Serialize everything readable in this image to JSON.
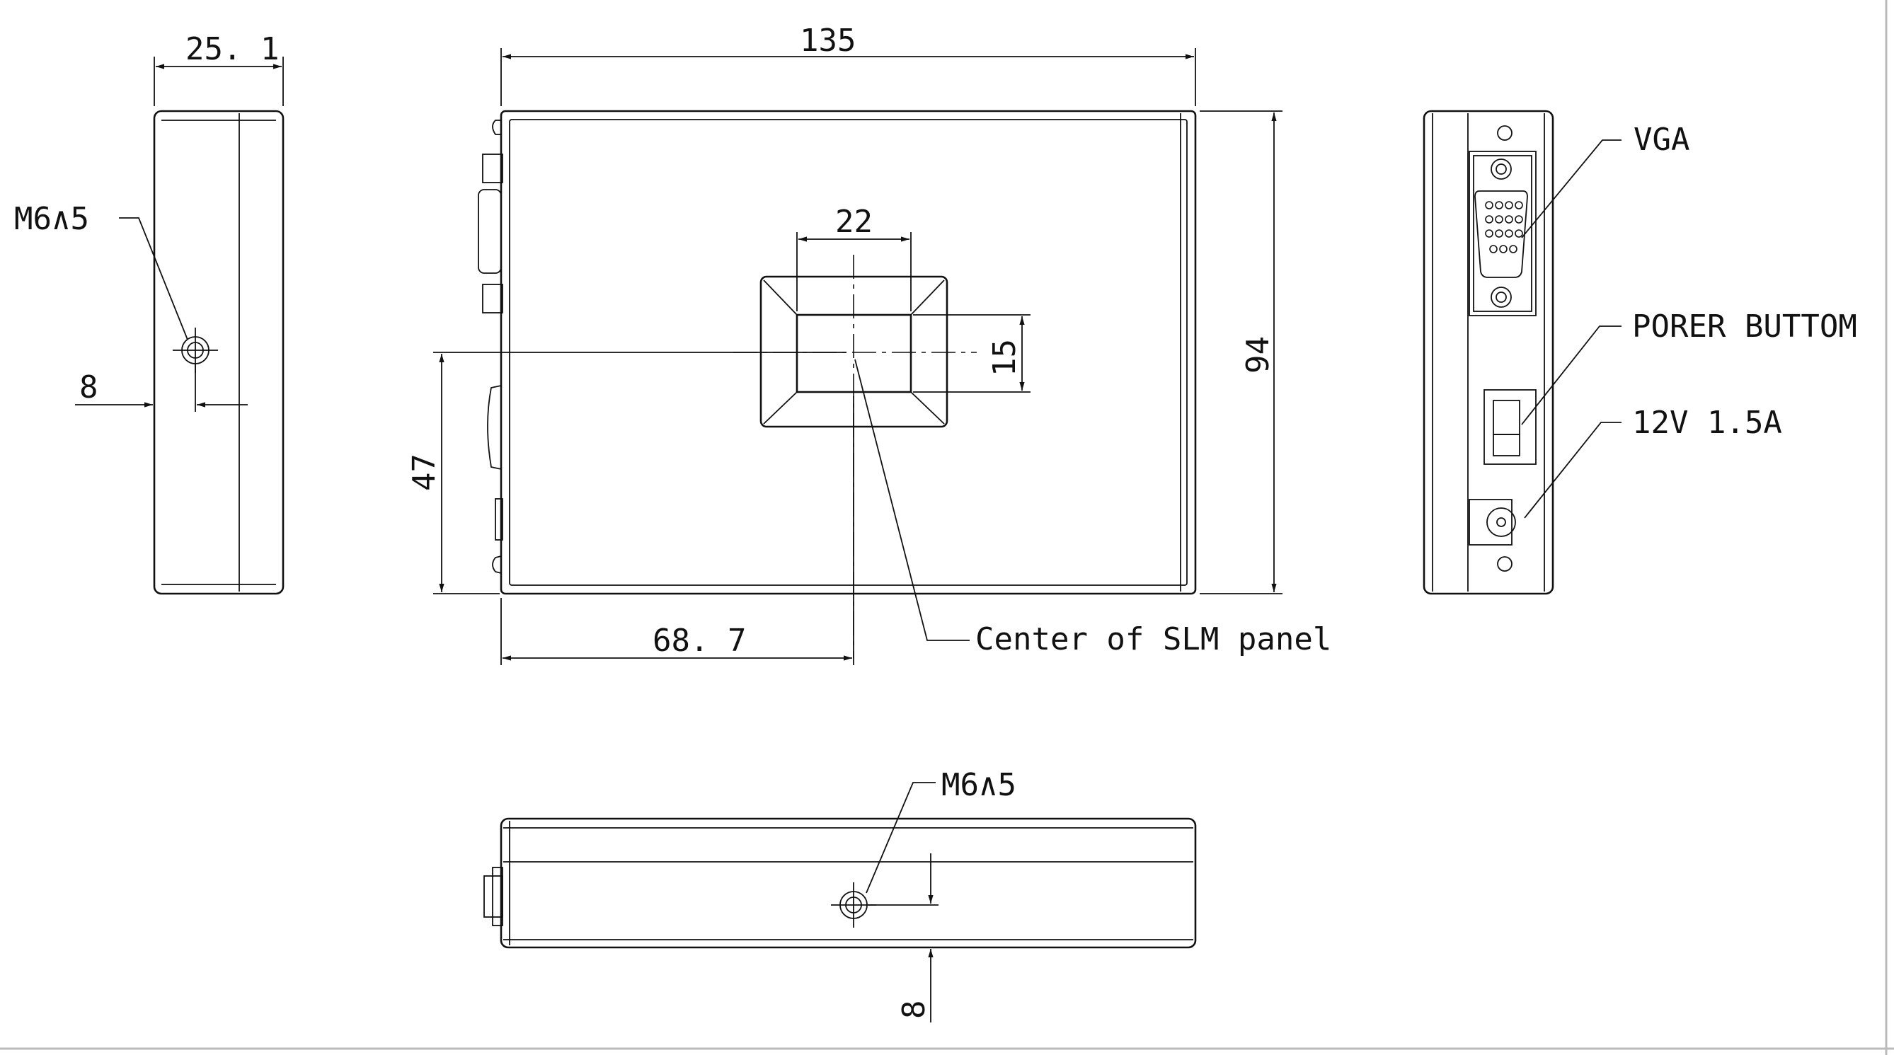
{
  "views": {
    "left": {
      "width_dim": "25. 1",
      "thread": "M6∧5",
      "offset_dim": "8"
    },
    "front": {
      "width_dim": "135",
      "height_dim": "94",
      "window_width_dim": "22",
      "window_height_dim": "15",
      "center_x_dim": "68. 7",
      "center_y_dim": "47",
      "center_note": "Center of SLM panel"
    },
    "right": {
      "vga_label": "VGA",
      "button_label": "PORER BUTTOM",
      "power_label": "12V 1.5A"
    },
    "bottom": {
      "thread": "M6∧5",
      "offset_dim": "8"
    }
  }
}
